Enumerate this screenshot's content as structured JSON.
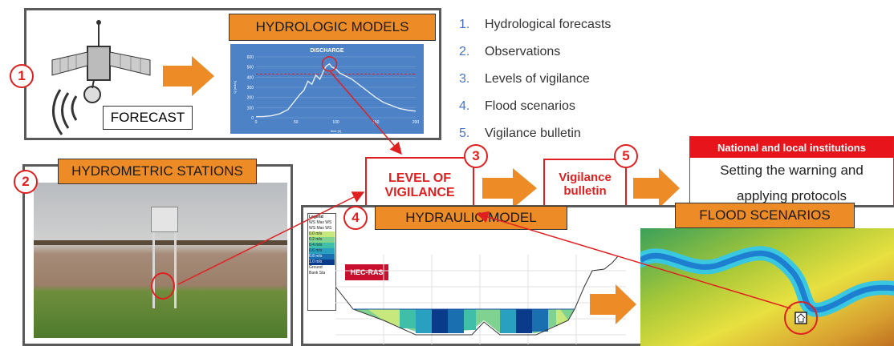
{
  "forecast_label": "FORECAST",
  "hydrologic_models_label": "HYDROLOGIC MODELS",
  "hydrometric_stations_label": "HYDROMETRIC STATIONS",
  "hydraulic_model_label": "HYDRAULIC MODEL",
  "flood_scenarios_label": "FLOOD SCENARIOS",
  "level_of_vigilance": [
    "LEVEL OF",
    "VIGILANCE"
  ],
  "vigilance_bulletin": [
    "Vigilance",
    "bulletin"
  ],
  "institutions": {
    "header": "National and local institutions",
    "line1": "Setting the warning and",
    "line2": "applying protocols"
  },
  "steps": [
    {
      "num": "1.",
      "text": "Hydrological forecasts"
    },
    {
      "num": "2.",
      "text": "Observations"
    },
    {
      "num": "3.",
      "text": "Levels of vigilance"
    },
    {
      "num": "4.",
      "text": "Flood scenarios"
    },
    {
      "num": "5.",
      "text": "Vigilance bulletin"
    }
  ],
  "circles": {
    "c1": "1",
    "c2": "2",
    "c3": "3",
    "c4": "4",
    "c5": "5"
  },
  "hecras_label": "HEC-RAS",
  "legend": {
    "title": "Legend",
    "items": [
      "WS Max WS",
      "WS Max WS",
      "0.0 m/s",
      "0.2 m/s",
      "0.4 m/s",
      "0.6 m/s",
      "0.8 m/s",
      "1.0 m/s"
    ],
    "ground": "Ground",
    "bank": "Bank Sta"
  },
  "chart_data": {
    "type": "line",
    "title": "DISCHARGE",
    "xlabel": "time [h]",
    "ylabel": "Q [m3/s]",
    "xlim": [
      0,
      200
    ],
    "ylim": [
      0,
      600
    ],
    "x_ticks": [
      "0",
      "50",
      "100",
      "150",
      "200"
    ],
    "y_ticks": [
      "0",
      "100",
      "200",
      "300",
      "400",
      "500",
      "600"
    ],
    "threshold": 430,
    "series": [
      {
        "x": [
          0,
          10,
          20,
          30,
          40,
          50,
          55,
          60,
          65,
          70,
          75,
          80,
          85,
          88,
          92,
          95,
          100,
          105,
          110,
          120,
          130,
          140,
          150,
          160,
          170,
          180,
          190,
          200
        ],
        "y": [
          10,
          12,
          20,
          40,
          80,
          180,
          230,
          270,
          360,
          330,
          420,
          380,
          470,
          510,
          530,
          500,
          480,
          440,
          420,
          380,
          320,
          260,
          200,
          150,
          120,
          90,
          75,
          65
        ]
      }
    ]
  },
  "colors": {
    "accent_orange": "#ed8b26",
    "alert_red": "#e02020",
    "chart_blue": "#4d82c6",
    "list_number": "#4a72c4"
  }
}
